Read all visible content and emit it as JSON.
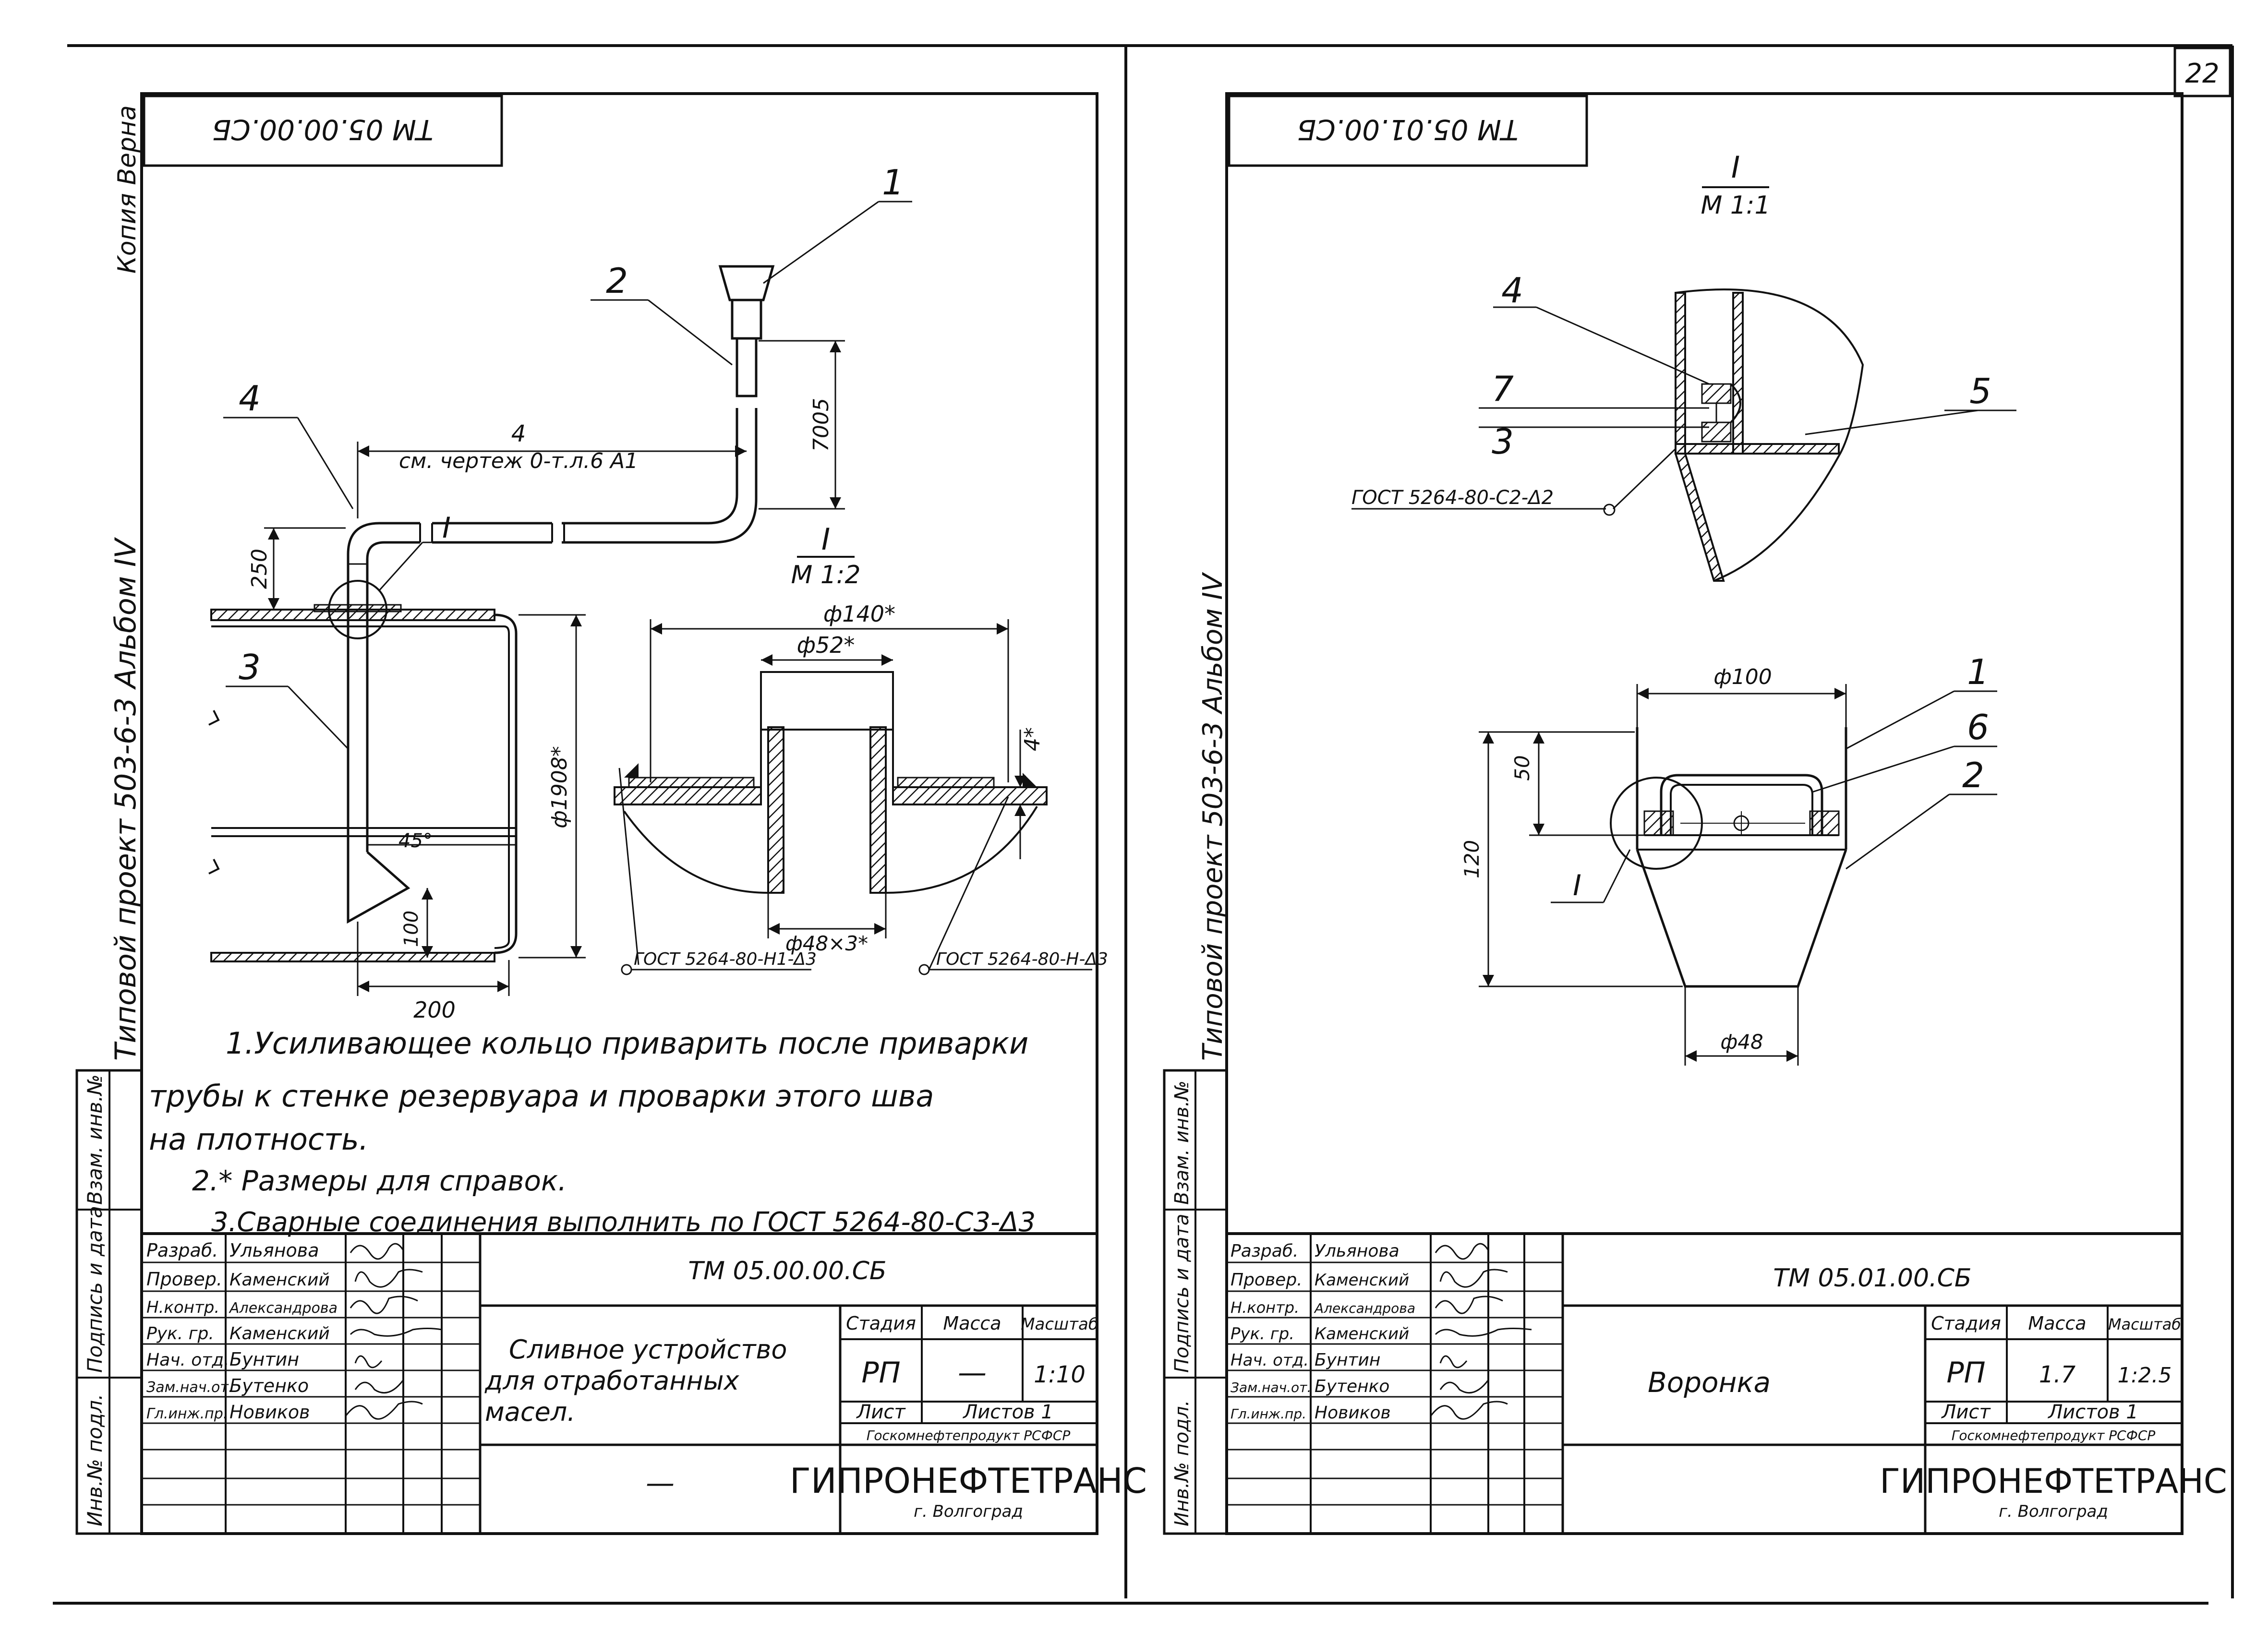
{
  "page_number": "22",
  "left_sheet": {
    "stamp_code": "ТМ 05.00.00.СБ",
    "side_text": "Типовой проект 503-6-3 Альбом IV",
    "copy_mark": "Копия Верна",
    "margin_labels": [
      "Инв.№ подл.",
      "Подпись и дата",
      "Взам. инв.№"
    ],
    "callouts": [
      "1",
      "2",
      "3",
      "4"
    ],
    "section_label": "I",
    "detail_label": "I",
    "detail_scale": "М 1:2",
    "dims": {
      "d4_note": "см. чертеж 0-т.л.6 А1",
      "d4_num": "4",
      "dim_7005": "7005",
      "dim_250": "250",
      "dim_1908": "ф1908*",
      "dim_45": "45°",
      "dim_100": "100",
      "dim_200": "200",
      "dim_140": "ф140*",
      "dim_52": "ф52*",
      "dim_48": "ф48×3*",
      "dim_4": "4*"
    },
    "gost_left": "ГОСТ 5264-80-Н1-Δ3",
    "gost_right": "ГОСТ 5264-80-Н-Δ3",
    "notes": [
      "1.Усиливающее кольцо приварить после приварки",
      "трубы к стенке резервуара и проварки этого шва",
      "на плотность.",
      "2.* Размеры для справок.",
      "3.Сварные соединения выполнить по ГОСТ 5264-80-С3-Δ3"
    ],
    "title_block": {
      "roles": [
        "Разраб.",
        "Провер.",
        "Н.контр.",
        "Рук. гр.",
        "Нач. отд.",
        "Зам.нач.от.",
        "Гл.инж.пр."
      ],
      "names": [
        "Ульянова",
        "Каменский",
        "Александрова",
        "Каменский",
        "Бунтин",
        "Бутенко",
        "Новиков"
      ],
      "doc_code": "ТМ 05.00.00.СБ",
      "title": [
        "Сливное устройство",
        "для отработанных",
        "масел."
      ],
      "col_stage": "Стадия",
      "col_mass": "Масса",
      "col_scale": "Масштаб",
      "stage": "РП",
      "mass": "—",
      "scale": "1:10",
      "sheet": "Лист",
      "sheets": "Листов 1",
      "dash": "—",
      "org_small": "Госкомнефтепродукт РСФСР",
      "org": "ГИПРОНЕФТЕТРАНС",
      "city": "г. Волгоград"
    }
  },
  "right_sheet": {
    "stamp_code": "ТМ 05.01.00.СБ",
    "side_text": "Типовой проект 503-6-3 Альбом IV",
    "margin_labels": [
      "Инв.№ подл.",
      "Подпись и дата",
      "Взам. инв.№"
    ],
    "detail_label": "I",
    "detail_scale": "М 1:1",
    "callouts_top": [
      "4",
      "7",
      "3",
      "5"
    ],
    "callouts_bottom": [
      "1",
      "6",
      "2"
    ],
    "section_label": "I",
    "gost": "ГОСТ 5264-80-С2-Δ2",
    "dims": {
      "dim_100": "ф100",
      "dim_50": "50",
      "dim_120": "120",
      "dim_48": "ф48"
    },
    "title_block": {
      "roles": [
        "Разраб.",
        "Провер.",
        "Н.контр.",
        "Рук. гр.",
        "Нач. отд.",
        "Зам.нач.от.",
        "Гл.инж.пр."
      ],
      "names": [
        "Ульянова",
        "Каменский",
        "Александрова",
        "Каменский",
        "Бунтин",
        "Бутенко",
        "Новиков"
      ],
      "doc_code": "ТМ 05.01.00.СБ",
      "title": "Воронка",
      "col_stage": "Стадия",
      "col_mass": "Масса",
      "col_scale": "Масштаб",
      "stage": "РП",
      "mass": "1.7",
      "scale": "1:2.5",
      "sheet": "Лист",
      "sheets": "Листов 1",
      "org_small": "Госкомнефтепродукт РСФСР",
      "org": "ГИПРОНЕФТЕТРАНС",
      "city": "г. Волгоград"
    }
  }
}
